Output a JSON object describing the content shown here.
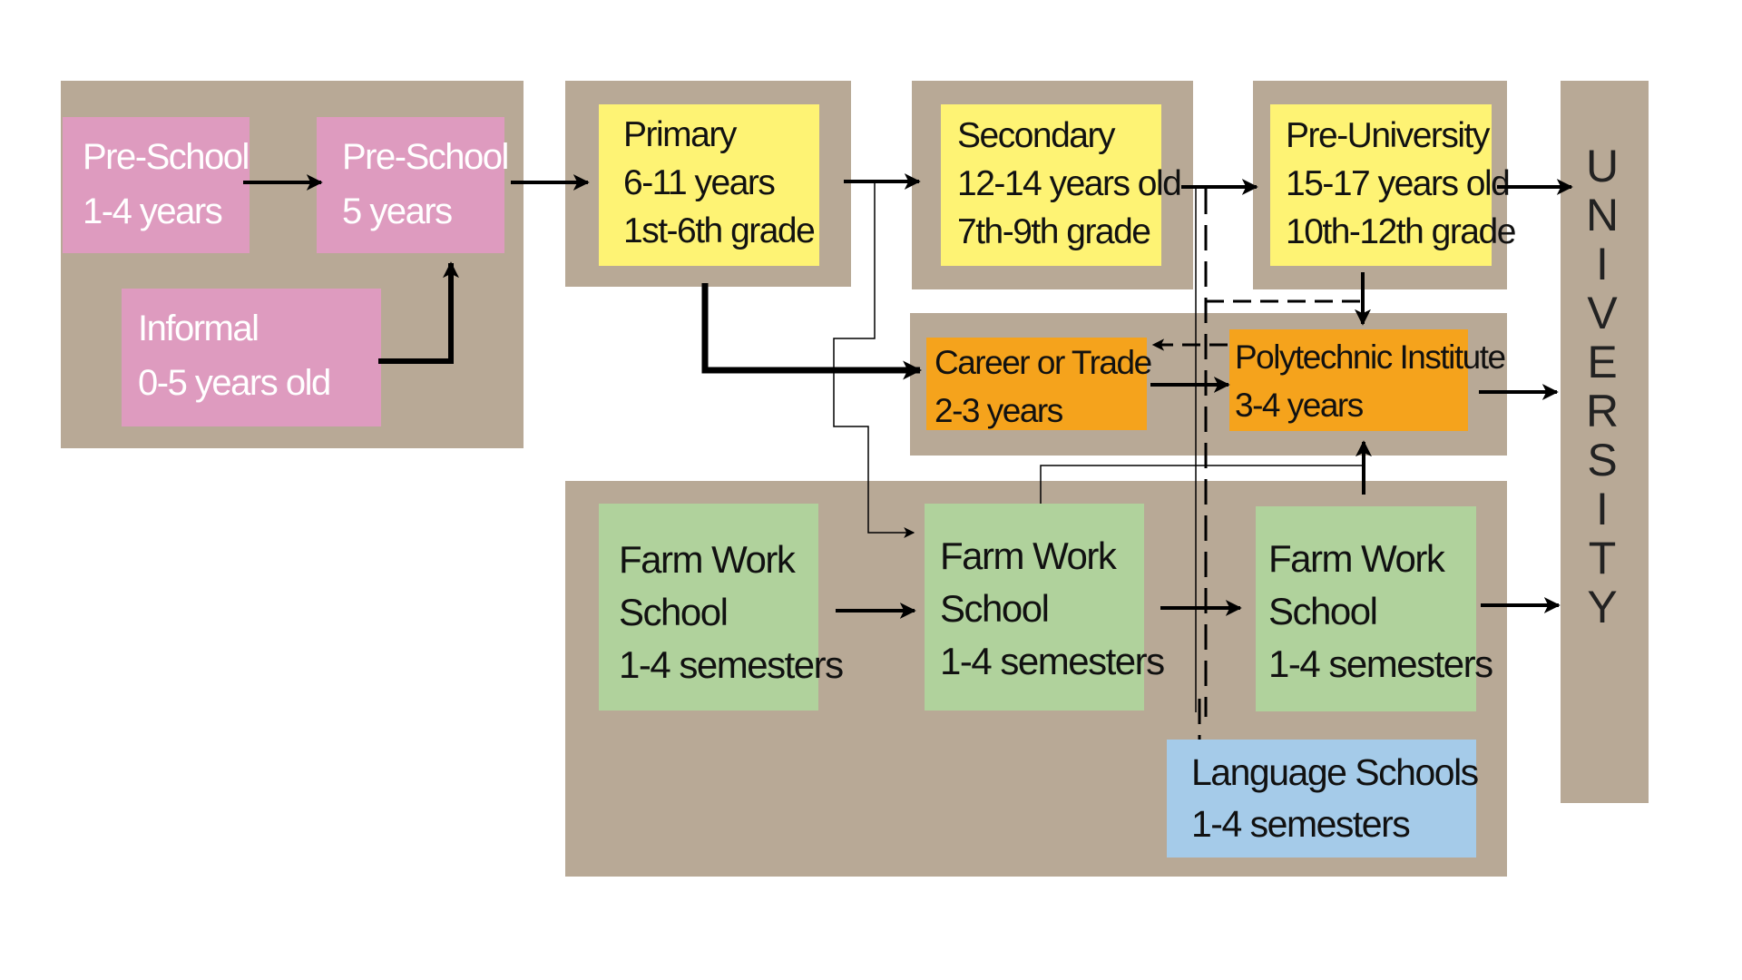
{
  "colors": {
    "panel": "#b8a996",
    "pink": "#de9bbf",
    "yellow": "#fef374",
    "orange": "#f5a31c",
    "green": "#b0d29c",
    "blue": "#a5cbe9",
    "arrow": "#000000"
  },
  "boxes": {
    "preschool_1_4": {
      "line1": "Pre-School",
      "line2": "1-4 years"
    },
    "preschool_5": {
      "line1": "Pre-School",
      "line2": "5 years"
    },
    "informal": {
      "line1": "Informal",
      "line2": "0-5 years old"
    },
    "primary": {
      "line1": "Primary",
      "line2": "6-11 years",
      "line3": "1st-6th grade"
    },
    "secondary": {
      "line1": "Secondary",
      "line2": "12-14 years old",
      "line3": "7th-9th grade"
    },
    "preuniversity": {
      "line1": "Pre-University",
      "line2": "15-17 years old",
      "line3": "10th-12th grade"
    },
    "career_trade": {
      "line1": "Career or Trade",
      "line2": "2-3 years"
    },
    "polytechnic": {
      "line1": "Polytechnic Institute",
      "line2": "3-4 years"
    },
    "farm_1": {
      "line1": "Farm Work",
      "line2": "School",
      "line3": "1-4 semesters"
    },
    "farm_2": {
      "line1": "Farm Work",
      "line2": "School",
      "line3": "1-4 semesters"
    },
    "farm_3": {
      "line1": "Farm Work",
      "line2": "School",
      "line3": "1-4 semesters"
    },
    "language": {
      "line1": "Language Schools",
      "line2": "1-4 semesters"
    }
  },
  "university": {
    "label": "UNIVERSITY",
    "letters": [
      "U",
      "N",
      "I",
      "V",
      "E",
      "R",
      "S",
      "I",
      "T",
      "Y"
    ]
  }
}
